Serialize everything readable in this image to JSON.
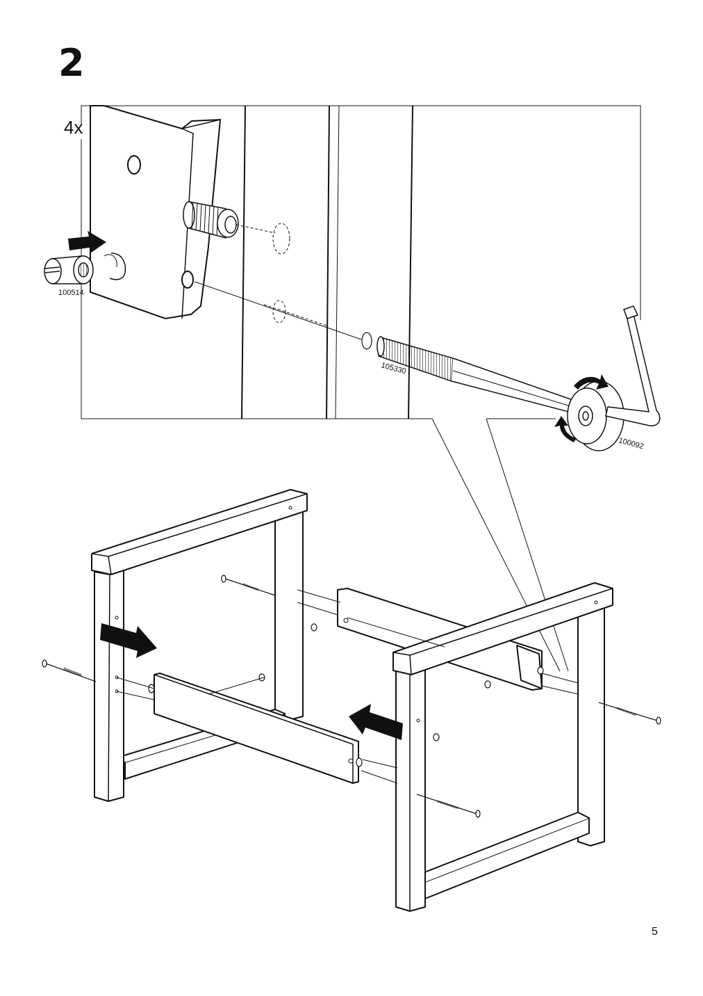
{
  "step": {
    "number": "2"
  },
  "detail": {
    "quantity": "4x",
    "parts": {
      "barrel_nut": "100514",
      "bolt": "105330",
      "allen_key": "100092"
    }
  },
  "page": {
    "number": "5"
  }
}
